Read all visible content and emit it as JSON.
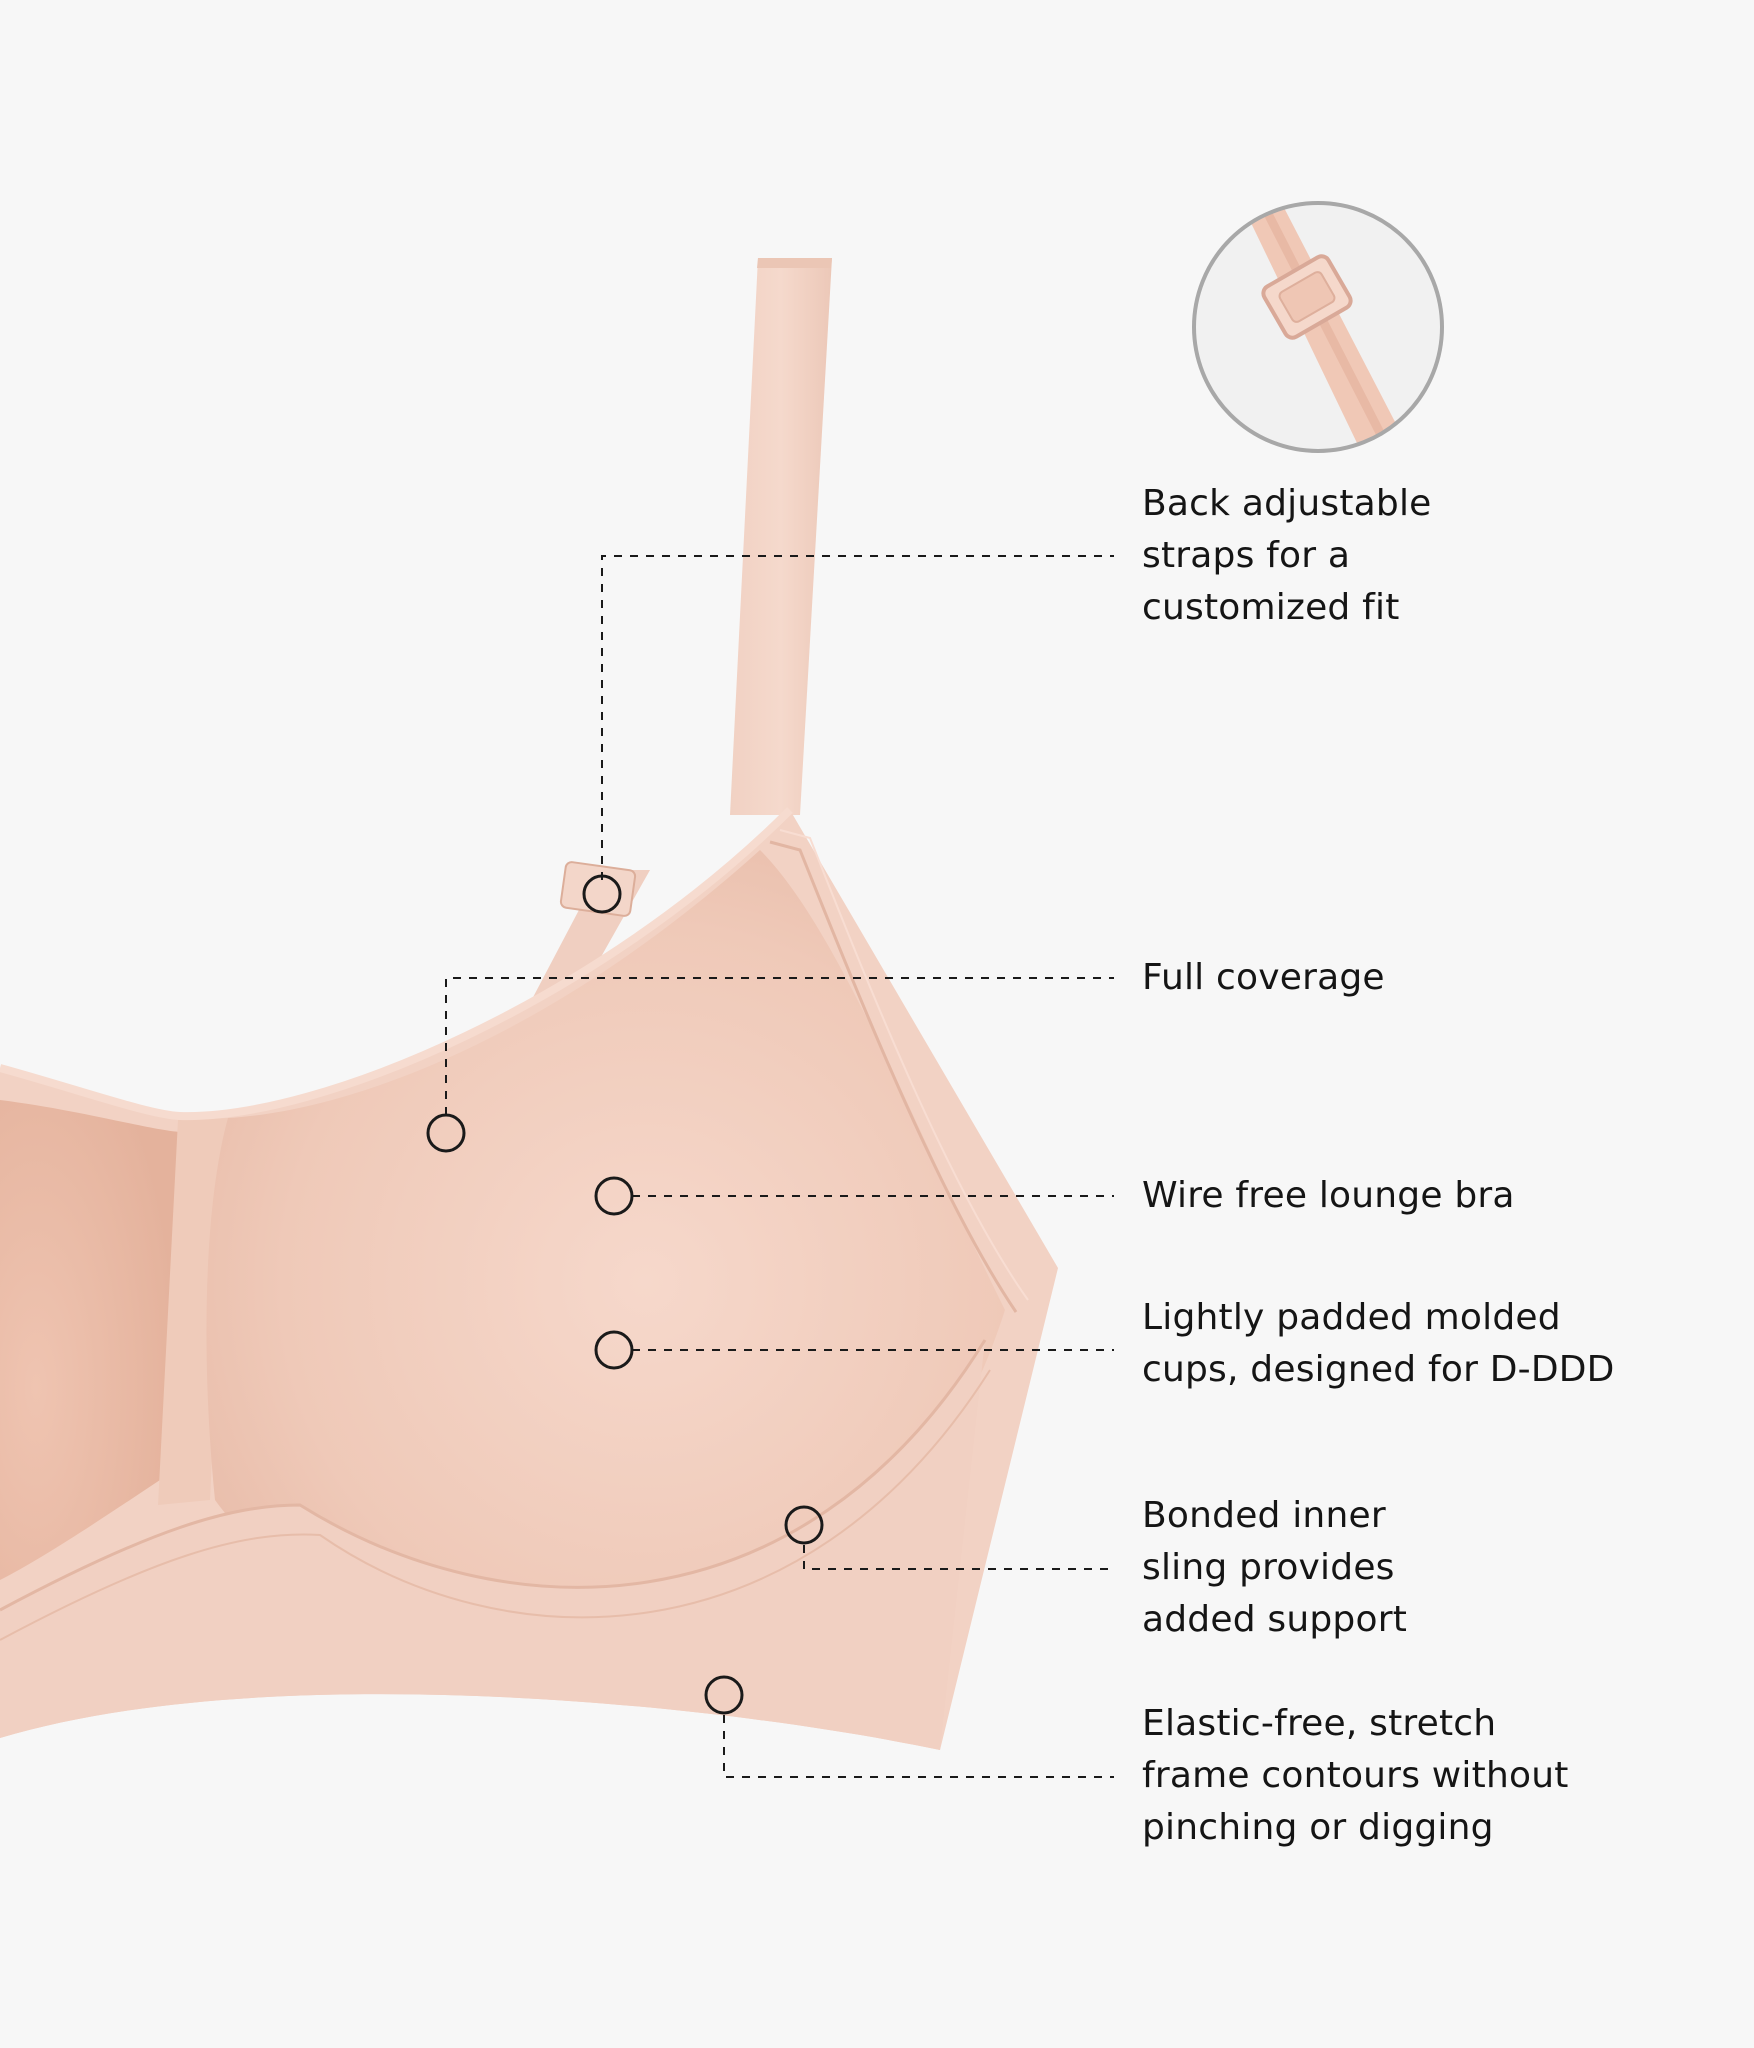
{
  "colors": {
    "background": "#f7f7f7",
    "fabric": "#f2d2c4",
    "fabric_shadow": "#e6bba9",
    "fabric_highlight": "#f9e0d6",
    "line": "#1a1a1a",
    "text": "#151515"
  },
  "callouts": [
    {
      "id": "straps",
      "lines": [
        "Back adjustable",
        "straps for a",
        "customized fit"
      ],
      "icon": "strap-slider-detail"
    },
    {
      "id": "coverage",
      "lines": [
        "Full coverage"
      ]
    },
    {
      "id": "wire-free",
      "lines": [
        "Wire free lounge bra"
      ]
    },
    {
      "id": "cups",
      "lines": [
        "Lightly padded molded",
        "cups, designed for D-DDD"
      ]
    },
    {
      "id": "sling",
      "lines": [
        "Bonded inner",
        "sling provides",
        "added support"
      ]
    },
    {
      "id": "frame",
      "lines": [
        "Elastic-free, stretch",
        "frame contours without",
        "pinching or digging"
      ]
    }
  ]
}
